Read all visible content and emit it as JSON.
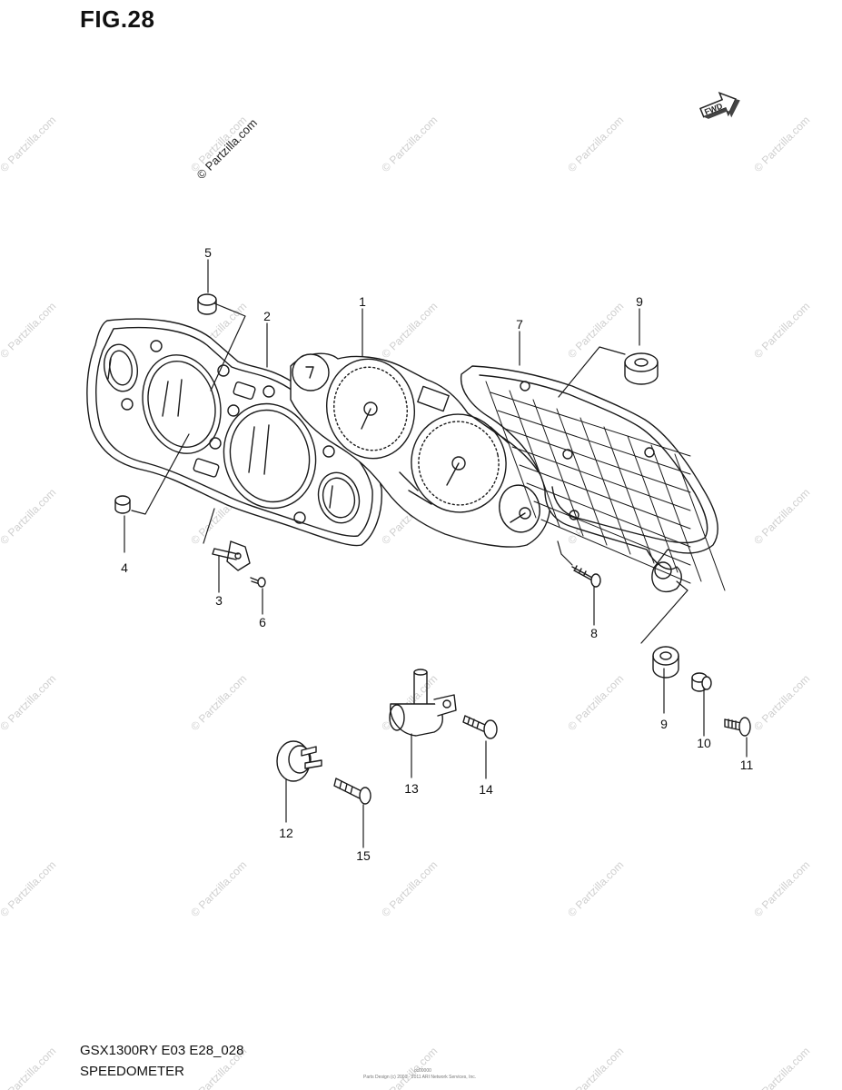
{
  "figure": {
    "title": "FIG.28",
    "model_code": "GSX1300RY E03 E28_028",
    "section_name": "SPEEDOMETER",
    "direction_label": "FWD",
    "watermark": "© Partzilla.com",
    "small_print_top": "cc00000",
    "small_print_bottom": "Parts Design (c) 2001 - 2011 ARI Network Services, Inc."
  },
  "callouts": [
    "1",
    "2",
    "3",
    "4",
    "5",
    "6",
    "7",
    "8",
    "9",
    "9",
    "10",
    "11",
    "12",
    "13",
    "14",
    "15"
  ],
  "colors": {
    "line": "#1a1a1a",
    "watermark": "#c8c8c8"
  }
}
